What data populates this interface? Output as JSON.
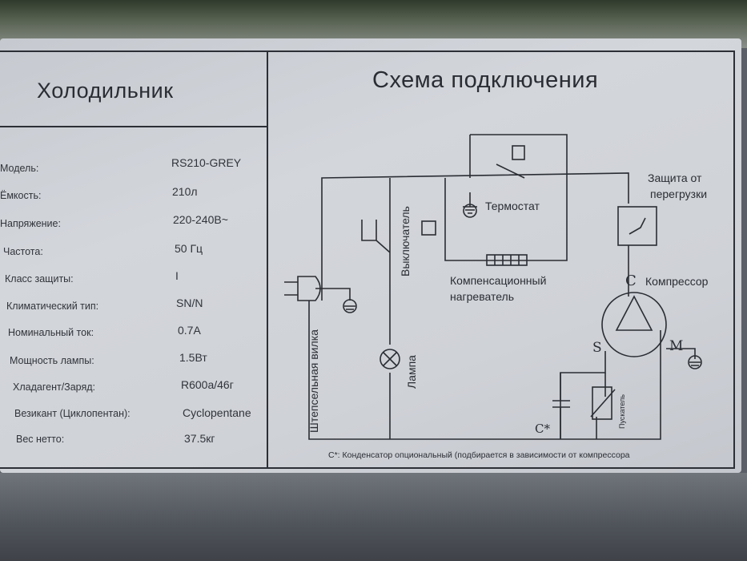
{
  "left_panel": {
    "title": "Холодильник",
    "specs": [
      {
        "label": "Модель:",
        "value": "RS210-GREY"
      },
      {
        "label": "Ёмкость:",
        "value": "210л"
      },
      {
        "label": "Напряжение:",
        "value": "220-240В~"
      },
      {
        "label": "Частота:",
        "value": "50 Гц"
      },
      {
        "label": "Класс защиты:",
        "value": "I"
      },
      {
        "label": "Климатический тип:",
        "value": "SN/N"
      },
      {
        "label": "Номинальный ток:",
        "value": "0.7A"
      },
      {
        "label": "Мощность лампы:",
        "value": "1.5Вт"
      },
      {
        "label": "Хладагент/Заряд:",
        "value": "R600a/46г"
      },
      {
        "label": "Везикант (Циклопентан):",
        "value": "Cyclopentane"
      },
      {
        "label": "Вес нетто:",
        "value": "37.5кг"
      }
    ]
  },
  "right_panel": {
    "title": "Схема подключения",
    "labels": {
      "thermostat": "Термостат",
      "overload_line1": "Защита от",
      "overload_line2": "перегрузки",
      "compressor": "Компрессор",
      "heater_line1": "Компенсационный",
      "heater_line2": "нагреватель",
      "switch": "Выключатель",
      "plug": "Штепсельная вилка",
      "lamp": "Лампа",
      "ptc": "Пускатель",
      "terminal_c": "C",
      "terminal_s": "S",
      "terminal_m": "M",
      "capacitor": "C*",
      "note": "C*: Конденсатор опциональный (подбирается в зависимости от компрессора"
    }
  },
  "colors": {
    "label_background": "#cfd2d7",
    "ink": "#2a2d33"
  }
}
